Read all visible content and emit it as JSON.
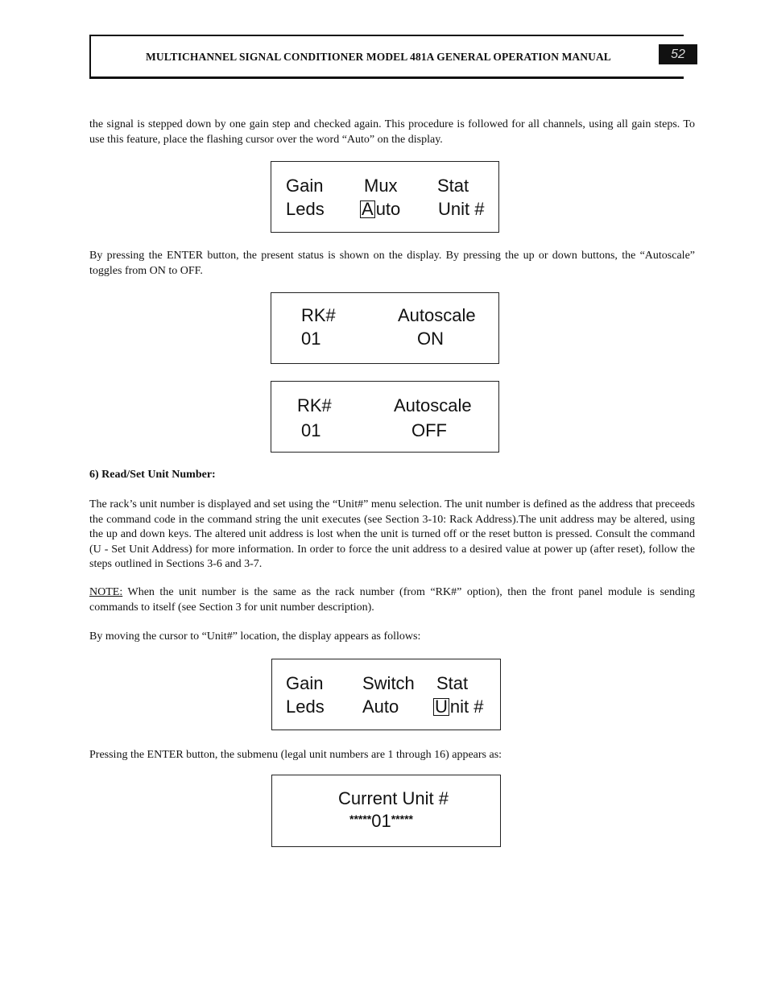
{
  "header": {
    "title": "MULTICHANNEL SIGNAL CONDITIONER MODEL 481A GENERAL OPERATION MANUAL",
    "page_number": "52"
  },
  "paragraphs": {
    "p1": "the signal is stepped down by one gain step and checked again. This procedure is followed for all channels, using all gain steps. To use this feature, place the flashing cursor over the word “Auto” on the display.",
    "p2": "By pressing the ENTER button, the present status is shown on the display. By pressing the up or down buttons, the “Autoscale” toggles from ON to OFF.",
    "section_heading": "6) Read/Set Unit Number:",
    "p3": "The rack’s unit number is displayed and set using the “Unit#” menu selection. The unit number is defined as the address that preceeds the command code in the command string the unit executes (see Section 3-10: Rack Address).The unit address may be altered, using the up and down keys. The altered unit address is lost when the unit is turned off or the reset button is pressed. Consult the command (U - Set Unit Address) for more information. In order to force the unit address to a desired value at power up (after reset), follow the steps outlined in Sections 3-6 and 3-7.",
    "note_label": "NOTE:",
    "note_text": " When the unit number is the same as the rack number (from “RK#” option), then the front panel module is sending commands to itself (see Section 3 for unit number description).",
    "p4": "By moving the cursor to “Unit#” location, the display appears as follows:",
    "p5": "Pressing the ENTER button, the submenu (legal unit numbers are 1 through 16) appears as:"
  },
  "display1": {
    "r1c1": "Gain",
    "r1c2": "Mux",
    "r1c3": "Stat",
    "r2c1": "Leds",
    "r2c2_cursor": "A",
    "r2c2_rest": "uto",
    "r2c3": "Unit #"
  },
  "display2": {
    "label1": "RK#",
    "label2": "Autoscale",
    "value1": "01",
    "value2": "ON"
  },
  "display3": {
    "label1": "RK#",
    "label2": "Autoscale",
    "value1": "01",
    "value2": "OFF"
  },
  "display4": {
    "r1c1": "Gain",
    "r1c2": "Switch",
    "r1c3": "Stat",
    "r2c1": "Leds",
    "r2c2": "Auto",
    "r2c3_cursor": "U",
    "r2c3_rest": "nit #"
  },
  "display5": {
    "title": "Current Unit #",
    "stars_left": "*****",
    "value": "01",
    "stars_right": "*****"
  }
}
